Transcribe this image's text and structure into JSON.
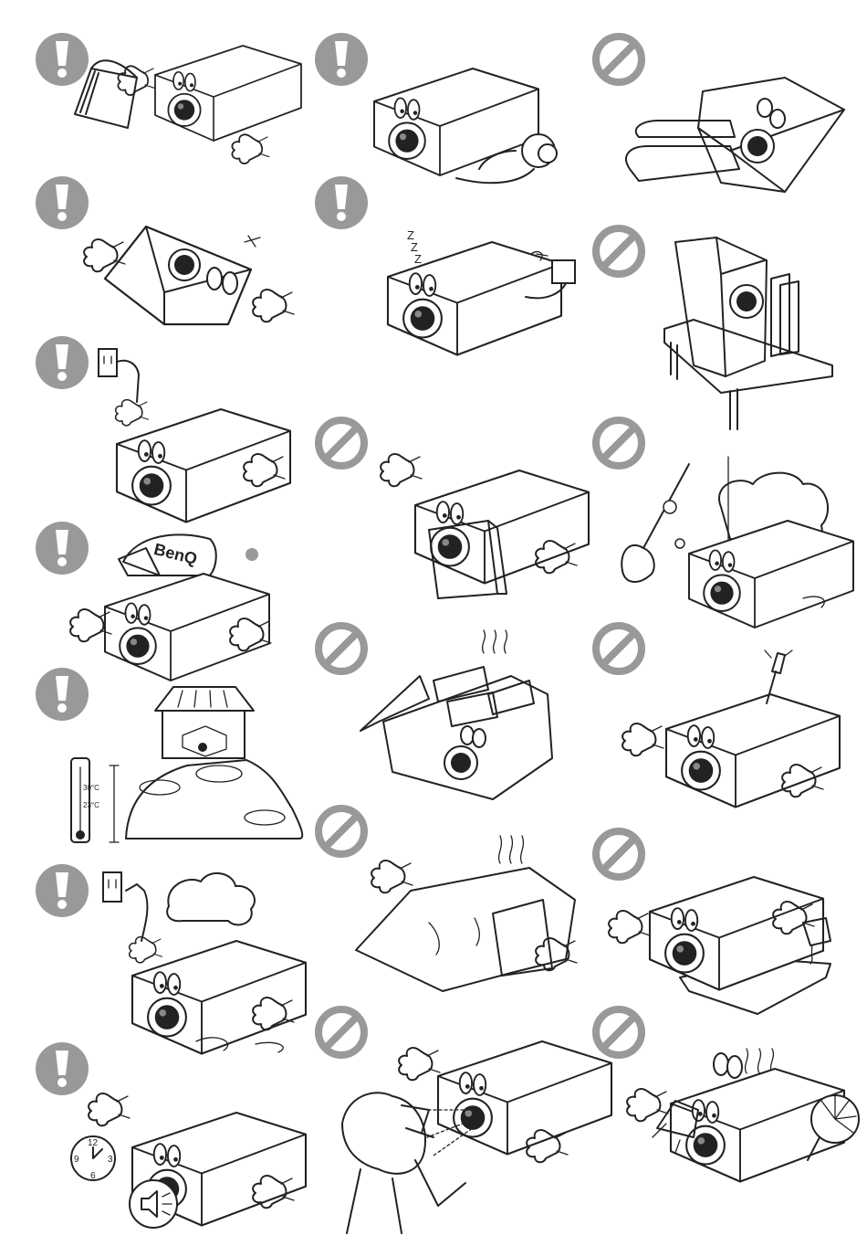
{
  "icons": {
    "caution_color": "#999999",
    "prohibited_color": "#999999",
    "line_color": "#222222"
  },
  "labels": {
    "brand_cap": "BenQ",
    "temp_high": "30°C",
    "temp_low": "23°C",
    "clock_12": "12",
    "clock_3": "3",
    "clock_6": "6",
    "clock_9": "9",
    "snore_1": "Z",
    "snore_2": "Z",
    "snore_3": "Z"
  }
}
